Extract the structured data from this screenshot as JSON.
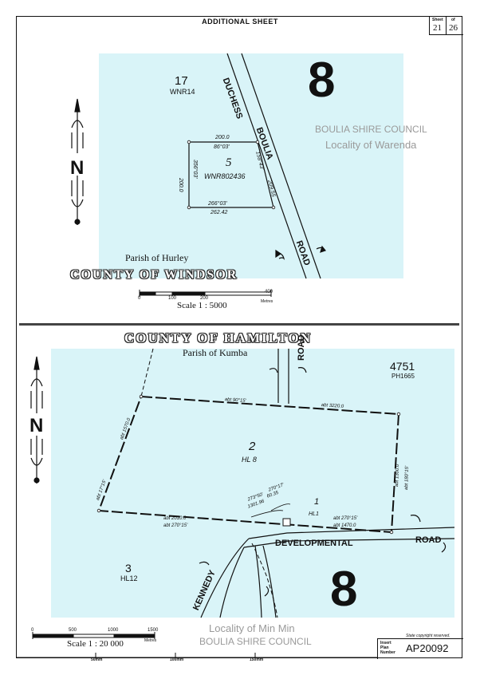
{
  "header": {
    "title": "ADDITIONAL SHEET",
    "sheet_label": "Sheet",
    "of_label": "of",
    "sheet_no": "21",
    "sheet_total": "26"
  },
  "top_map": {
    "lot_17": "17",
    "lot_17_ref": "WNR14",
    "lot_5": "5",
    "lot_5_ref": "WNR802436",
    "road_duchess": "DUCHESS",
    "road_boulia": "BOULIA",
    "road_road": "ROAD",
    "big_number": "8",
    "council": "BOULIA   SHIRE  COUNCIL",
    "locality": "Locality  of  Warenda",
    "dim_top": "200.0",
    "bearing_top": "86°03'",
    "dim_left": "200.0",
    "bearing_left": "356°03'",
    "bearing_right": "158°43'",
    "dim_right": "209.55",
    "bearing_bottom": "266°03'",
    "dim_bottom": "262.42",
    "parish": "Parish  of  Hurley",
    "county": "COUNTY  OF  WINDSOR",
    "scale_ticks": [
      "0",
      "100",
      "200",
      "400"
    ],
    "scale_unit": "Metres",
    "scale": "Scale  1 : 5000",
    "north": "N"
  },
  "bottom_map": {
    "county": "COUNTY  OF  HAMILTON",
    "parish": "Parish  of  Kumba",
    "road_top": "ROAD",
    "lot_4751": "4751",
    "lot_4751_ref": "PH1665",
    "lot_2": "2",
    "lot_2_ref": "HL 8",
    "lot_3": "3",
    "lot_3_ref": "HL12",
    "lot_1": "1",
    "lot_1_ref": "HL1",
    "big_number": "8",
    "road_developmental": "DEVELOPMENTAL",
    "road_road": "ROAD",
    "road_kennedy": "KENNEDY",
    "b_top_bearing": "abt  90°15'",
    "b_top_dim": "abt  3220.0",
    "b_left_upper": "abt  1570.0",
    "b_left_lower": "abt  17°15'",
    "b_right_dim": "abt  1300.0",
    "b_right_bearing": "abt  180°15'",
    "b_bottom_left_dim": "abt  2010.0",
    "b_bottom_left_bearing": "abt  270°15'",
    "b_bottom_right_bearing": "abt  270°15'",
    "b_bottom_right_dim": "abt  1470.0",
    "tie_bearing_1": "270°17'",
    "tie_dist_1": "60.35",
    "tie_bearing_2": "273°50'",
    "tie_dist_2": "1301.96",
    "locality": "Locality  of  Min  Min",
    "council": "BOULIA    SHIRE   COUNCIL",
    "scale_ticks": [
      "0",
      "500",
      "1000",
      "1500"
    ],
    "scale_unit": "Metres",
    "scale": "Scale  1 : 20 000",
    "north": "N"
  },
  "footer": {
    "copyright": "State copyright reserved.",
    "plan_label_1": "Insert",
    "plan_label_2": "Plan",
    "plan_label_3": "Number",
    "plan_number": "AP20092",
    "ruler_1": "50mm",
    "ruler_2": "100mm",
    "ruler_3": "150mm"
  },
  "colors": {
    "map_fill": "#d9f4f8",
    "line": "#111111",
    "grey_text": "#9a9a9a"
  }
}
